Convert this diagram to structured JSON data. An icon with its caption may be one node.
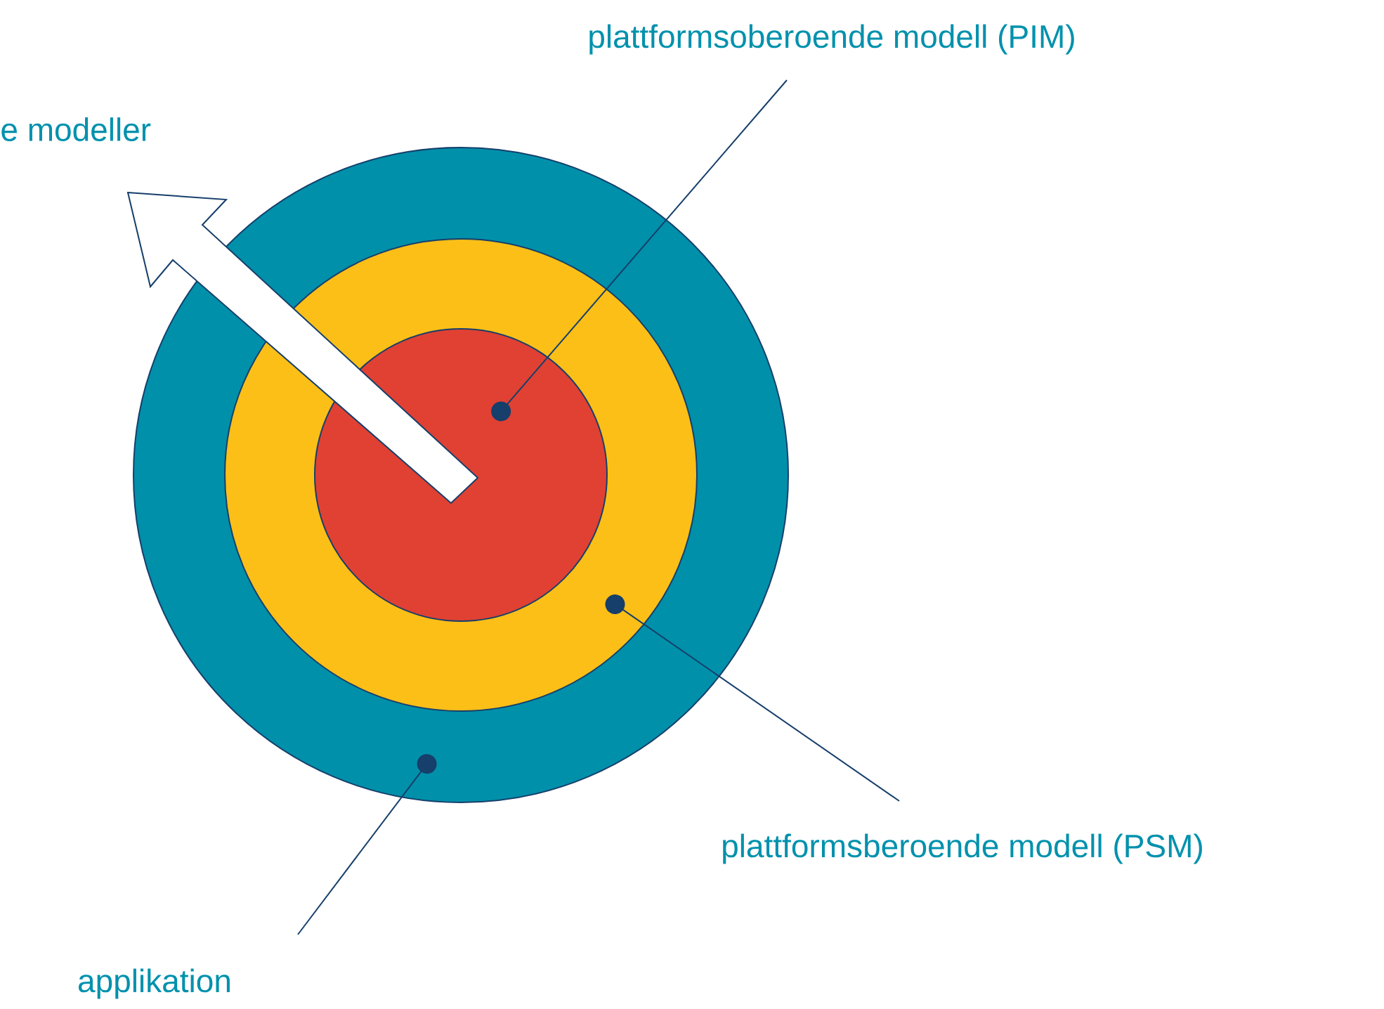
{
  "diagram": {
    "nodes": [
      {
        "text": [
          "plattformsoberoende modell (PIM)"
        ]
      },
      {
        "text": [],
        "shape": "circle"
      },
      {
        "text": [],
        "shape": "circle",
        "in": 1
      },
      {
        "text": [],
        "shape": "circle",
        "in": 2
      },
      {
        "text": [
          "plattformsberoende modell (PSM)"
        ]
      },
      {
        "text": [
          "applikation"
        ]
      }
    ],
    "edges": [
      {
        "from": 0,
        "to": 3,
        "arrow": "other"
      },
      {
        "from": 4,
        "to": 2,
        "arrow": "other"
      },
      {
        "from": 5,
        "to": 1,
        "arrow": "other"
      }
    ],
    "labels": [
      "e modeller"
    ]
  }
}
